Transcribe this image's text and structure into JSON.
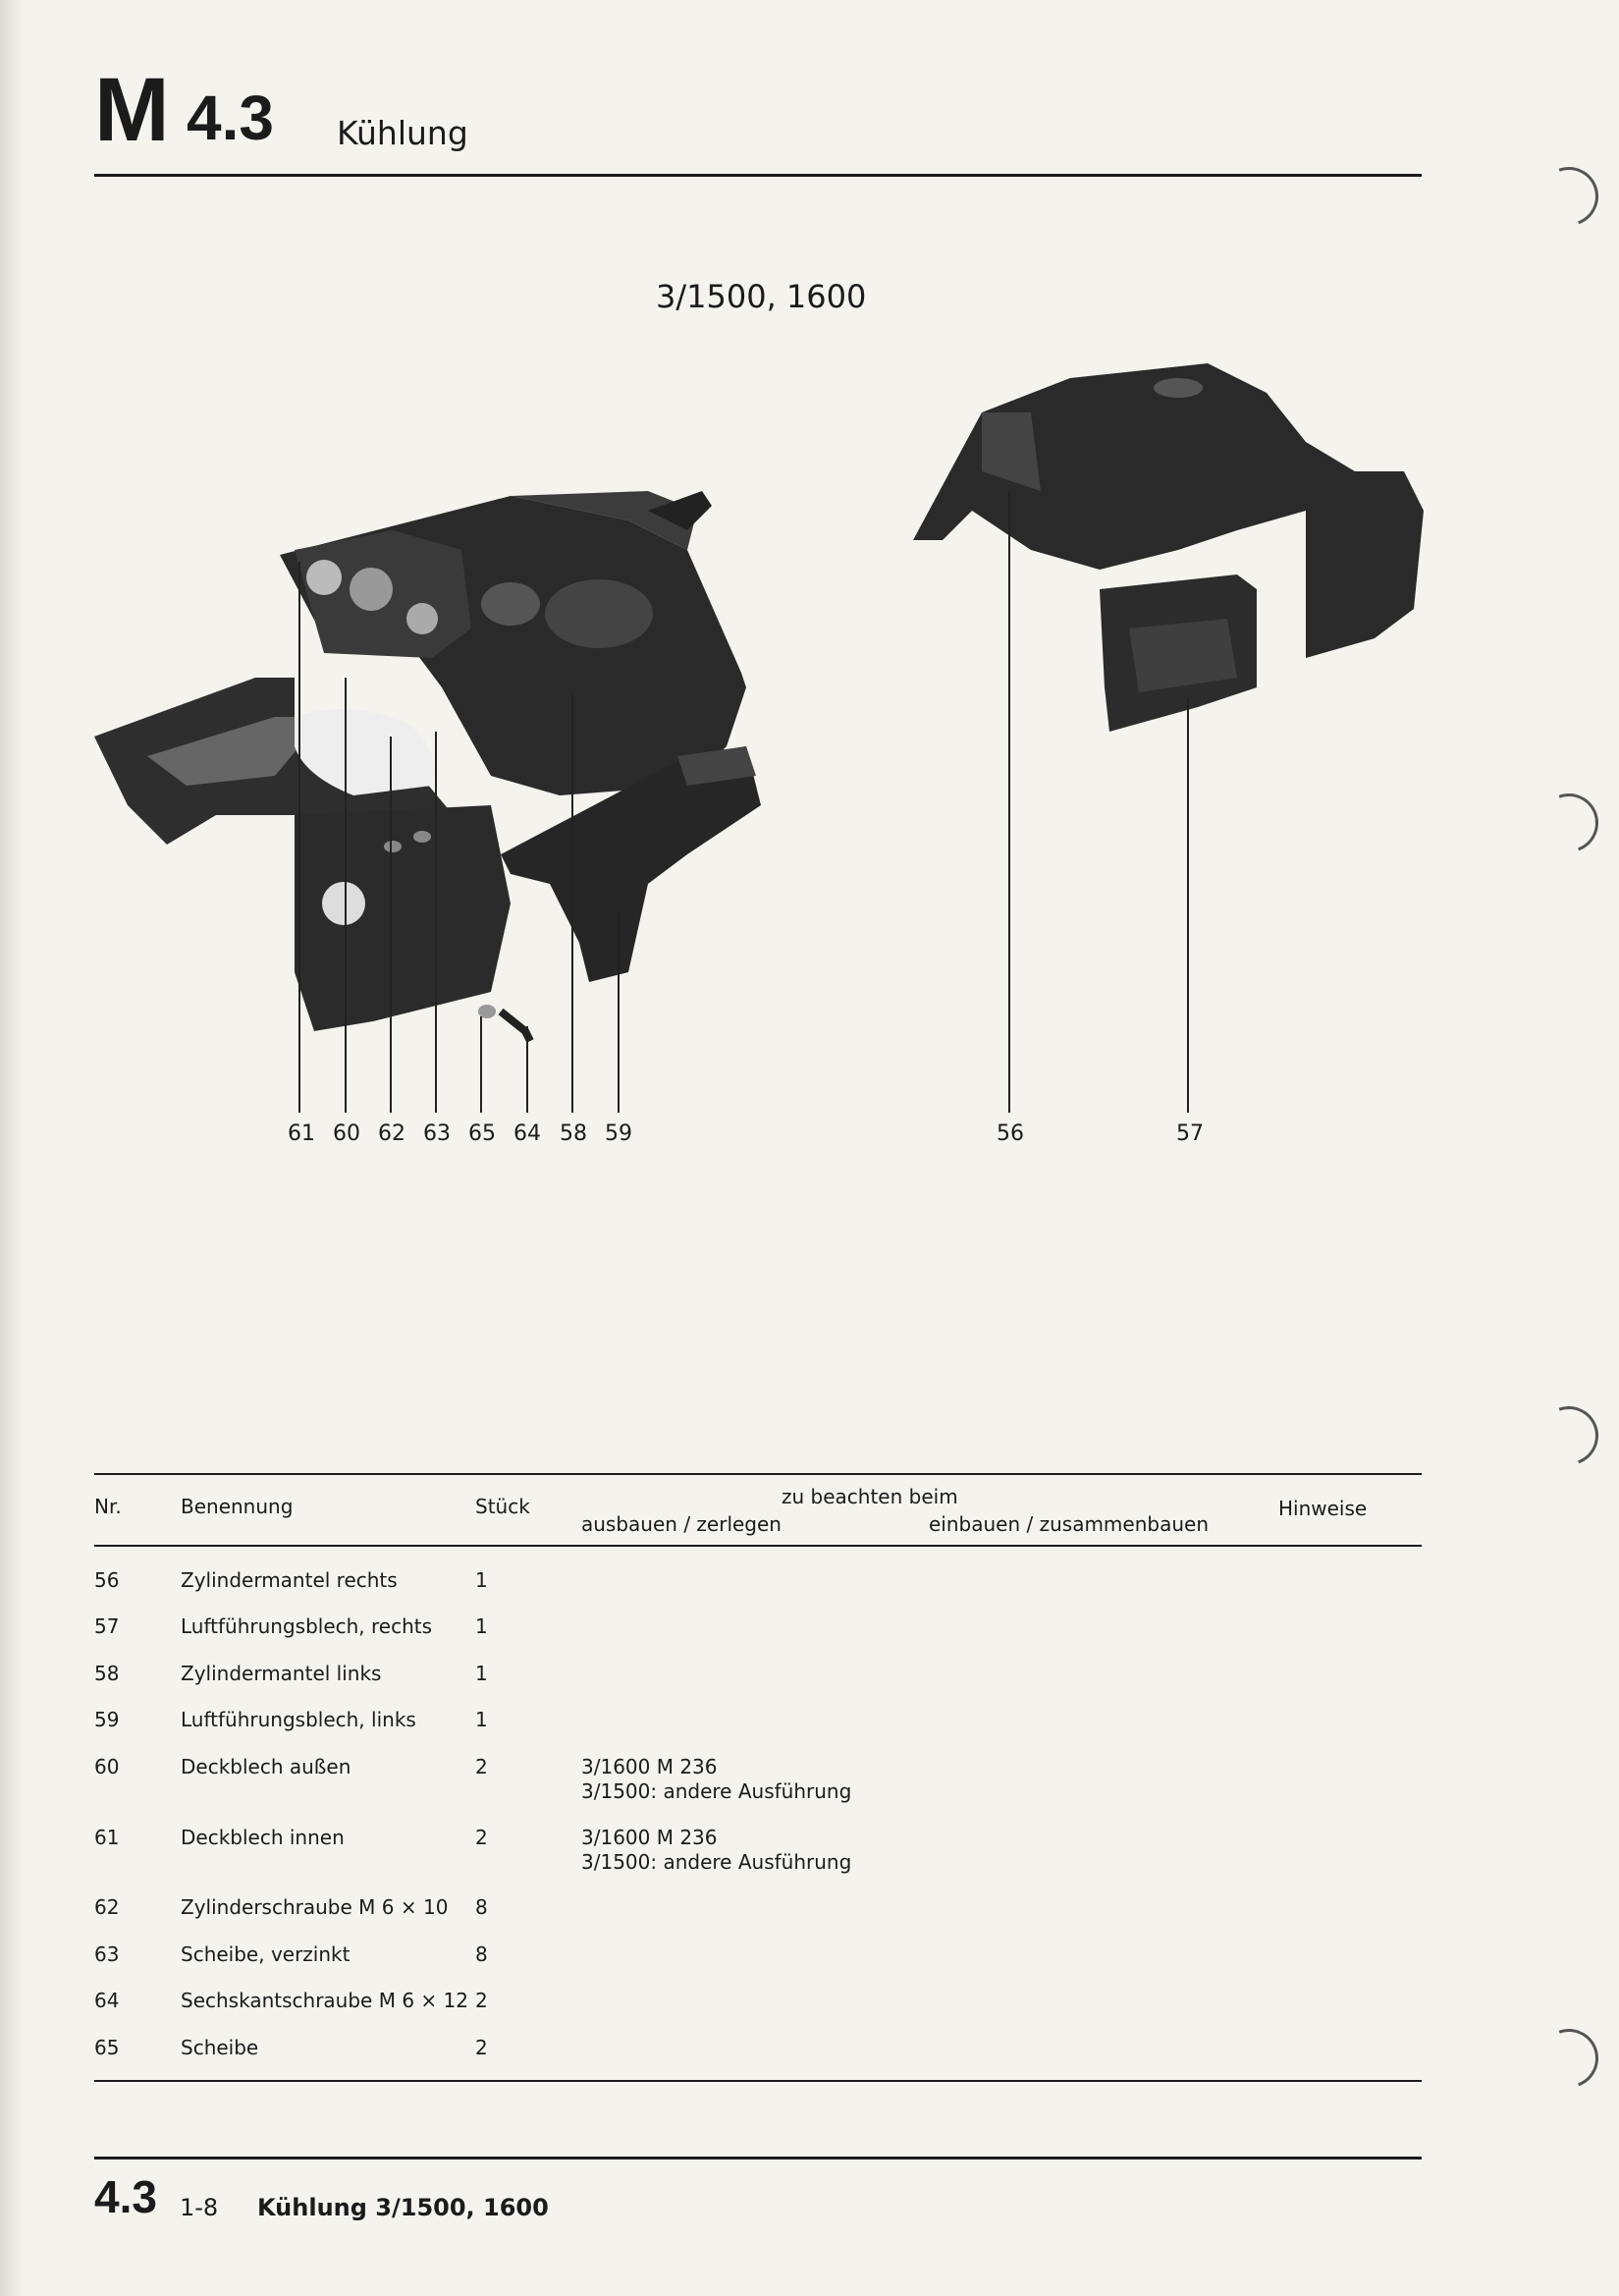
{
  "header": {
    "letter": "M",
    "section": "4.3",
    "title": "Kühlung"
  },
  "figure": {
    "subtitle": "3/1500, 1600",
    "left_callouts": [
      "61",
      "60",
      "62",
      "63",
      "65",
      "64",
      "58",
      "59"
    ],
    "right_callouts": [
      "56",
      "57"
    ]
  },
  "table": {
    "headers": {
      "nr": "Nr.",
      "name": "Benennung",
      "qty": "Stück",
      "note_group": "zu beachten beim",
      "remove": "ausbauen / zerlegen",
      "install": "einbauen / zusammenbauen",
      "hints": "Hinweise"
    },
    "rows": [
      {
        "nr": "56",
        "name": "Zylindermantel rechts",
        "qty": "1",
        "remove": "",
        "remove2": ""
      },
      {
        "nr": "57",
        "name": "Luftführungsblech, rechts",
        "qty": "1",
        "remove": "",
        "remove2": ""
      },
      {
        "nr": "58",
        "name": "Zylindermantel links",
        "qty": "1",
        "remove": "",
        "remove2": ""
      },
      {
        "nr": "59",
        "name": "Luftführungsblech, links",
        "qty": "1",
        "remove": "",
        "remove2": ""
      },
      {
        "nr": "60",
        "name": "Deckblech außen",
        "qty": "2",
        "remove": "3/1600 M 236",
        "remove2": "3/1500: andere Ausführung"
      },
      {
        "nr": "61",
        "name": "Deckblech innen",
        "qty": "2",
        "remove": "3/1600 M 236",
        "remove2": "3/1500: andere Ausführung"
      },
      {
        "nr": "62",
        "name": "Zylinderschraube M 6 × 10",
        "qty": "8",
        "remove": "",
        "remove2": ""
      },
      {
        "nr": "63",
        "name": "Scheibe, verzinkt",
        "qty": "8",
        "remove": "",
        "remove2": ""
      },
      {
        "nr": "64",
        "name": "Sechskantschraube M 6 × 12",
        "qty": "2",
        "remove": "",
        "remove2": ""
      },
      {
        "nr": "65",
        "name": "Scheibe",
        "qty": "2",
        "remove": "",
        "remove2": ""
      }
    ]
  },
  "footer": {
    "section": "4.3",
    "page": "1-8",
    "title": "Kühlung 3/1500, 1600"
  }
}
